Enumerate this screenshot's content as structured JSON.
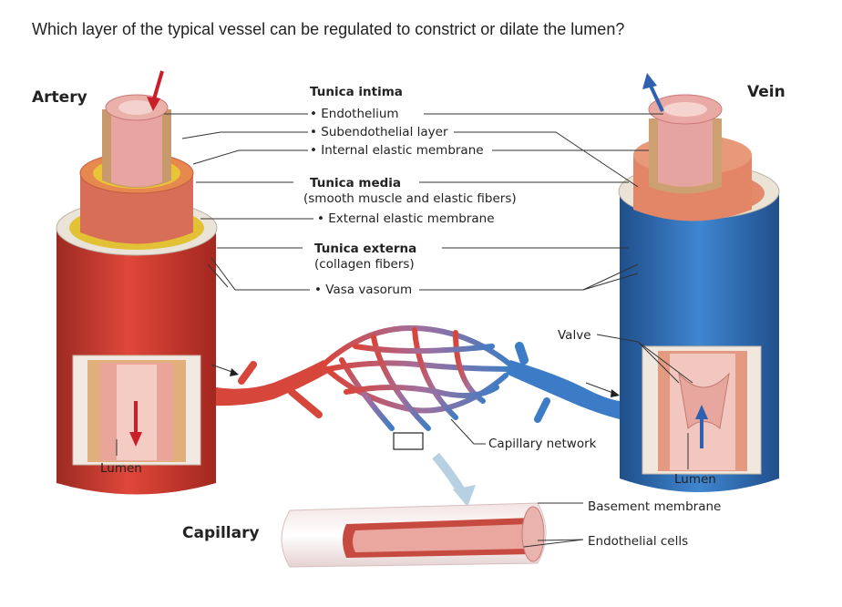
{
  "question": "Which layer of the typical vessel can be regulated to constrict or dilate the lumen?",
  "diagram": {
    "artery_title": "Artery",
    "vein_title": "Vein",
    "capillary_title": "Capillary",
    "tunica_intima": {
      "title": "Tunica intima",
      "items": [
        "Endothelium",
        "Subendothelial layer",
        "Internal elastic membrane"
      ]
    },
    "tunica_media": {
      "title": "Tunica media",
      "subtitle": "(smooth muscle and elastic fibers)",
      "items": [
        "External elastic membrane"
      ]
    },
    "tunica_externa": {
      "title": "Tunica externa",
      "subtitle": "(collagen fibers)",
      "items": [
        "Vasa vasorum"
      ]
    },
    "valve_label": "Valve",
    "capillary_network_label": "Capillary network",
    "lumen_label": "Lumen",
    "basement_membrane_label": "Basement membrane",
    "endothelial_cells_label": "Endothelial cells",
    "colors": {
      "artery": "#c8372d",
      "vein": "#2e6db3",
      "intima": "#e8a0a0",
      "media": "#d9745f",
      "elastic": "#e5c23a",
      "externa": "#e8e4dc"
    }
  }
}
